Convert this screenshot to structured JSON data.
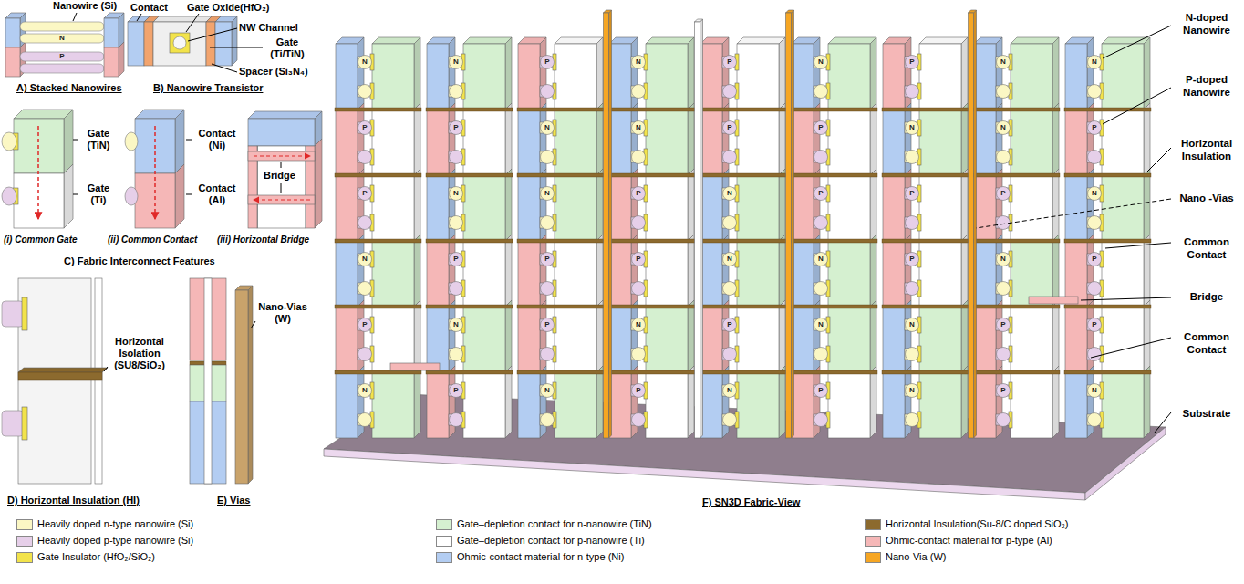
{
  "diagram": {
    "labels": [
      "Nanowire (Si)",
      "N",
      "P",
      "A) Stacked Nanowires",
      "Contact",
      "Gate Oxide(HfO₂)",
      "NW Channel",
      "Gate (Ti/TiN)",
      "Spacer (Si₃N₄)",
      "B) Nanowire Transistor",
      "Gate (TiN)",
      "Gate (Ti)",
      "(i) Common Gate",
      "Contact (Ni)",
      "Contact (Al)",
      "(ii) Common Contact",
      "Bridge",
      "(iii) Horizontal Bridge",
      "C) Fabric Interconnect Features",
      "Horizontal Isolation (SU8/SiO₂)",
      "D) Horizontal Insulation (HI)",
      "Nano-Vias (W)",
      "E) Vias",
      "N-doped Nanowire",
      "P-doped Nanowire",
      "Horizontal Insulation",
      "Nano -Vias",
      "Common Contact",
      "Bridge",
      "Common Contact",
      "Substrate",
      "F) SN3D Fabric-View",
      "N",
      "P",
      "P",
      "N",
      "P",
      "N",
      "N",
      "P",
      "N",
      "P",
      "N",
      "P",
      "P",
      "N",
      "N",
      "P",
      "P",
      "N",
      "N",
      "N",
      "P",
      "P",
      "N",
      "P",
      "P",
      "P",
      "N",
      "N",
      "P",
      "N",
      "N",
      "P",
      "P",
      "N",
      "N",
      "P",
      "P",
      "N",
      "P",
      "P",
      "N",
      "N",
      "N",
      "N",
      "P",
      "N",
      "P",
      "P",
      "N",
      "P",
      "N",
      "P",
      "P",
      "N"
    ],
    "legend": [
      {
        "text": "Heavily doped n-type nanowire (Si)",
        "color": "#fbf7c4"
      },
      {
        "text": "Gate–depletion contact for n-nanowire (TiN)",
        "color": "#d5f0d0"
      },
      {
        "text": "Horizontal Insulation(Su-8/C doped SiO₂)",
        "color": "#8c6a2e"
      },
      {
        "text": "Heavily doped p-type nanowire (Si)",
        "color": "#e6cfe9"
      },
      {
        "text": "Gate–depletion contact for p-nanowire (Ti)",
        "color": "#ffffff"
      },
      {
        "text": "Ohmic-contact material for p-type (Al)",
        "color": "#f5b7b7"
      },
      {
        "text": "Gate Insulator (HfO₂/SiO₂)",
        "color": "#f2e34b"
      },
      {
        "text": "Ohmic-contact material for n-type (Ni)",
        "color": "#b3cdf2"
      },
      {
        "text": "Nano-Via (W)",
        "color": "#f6a623"
      }
    ]
  }
}
